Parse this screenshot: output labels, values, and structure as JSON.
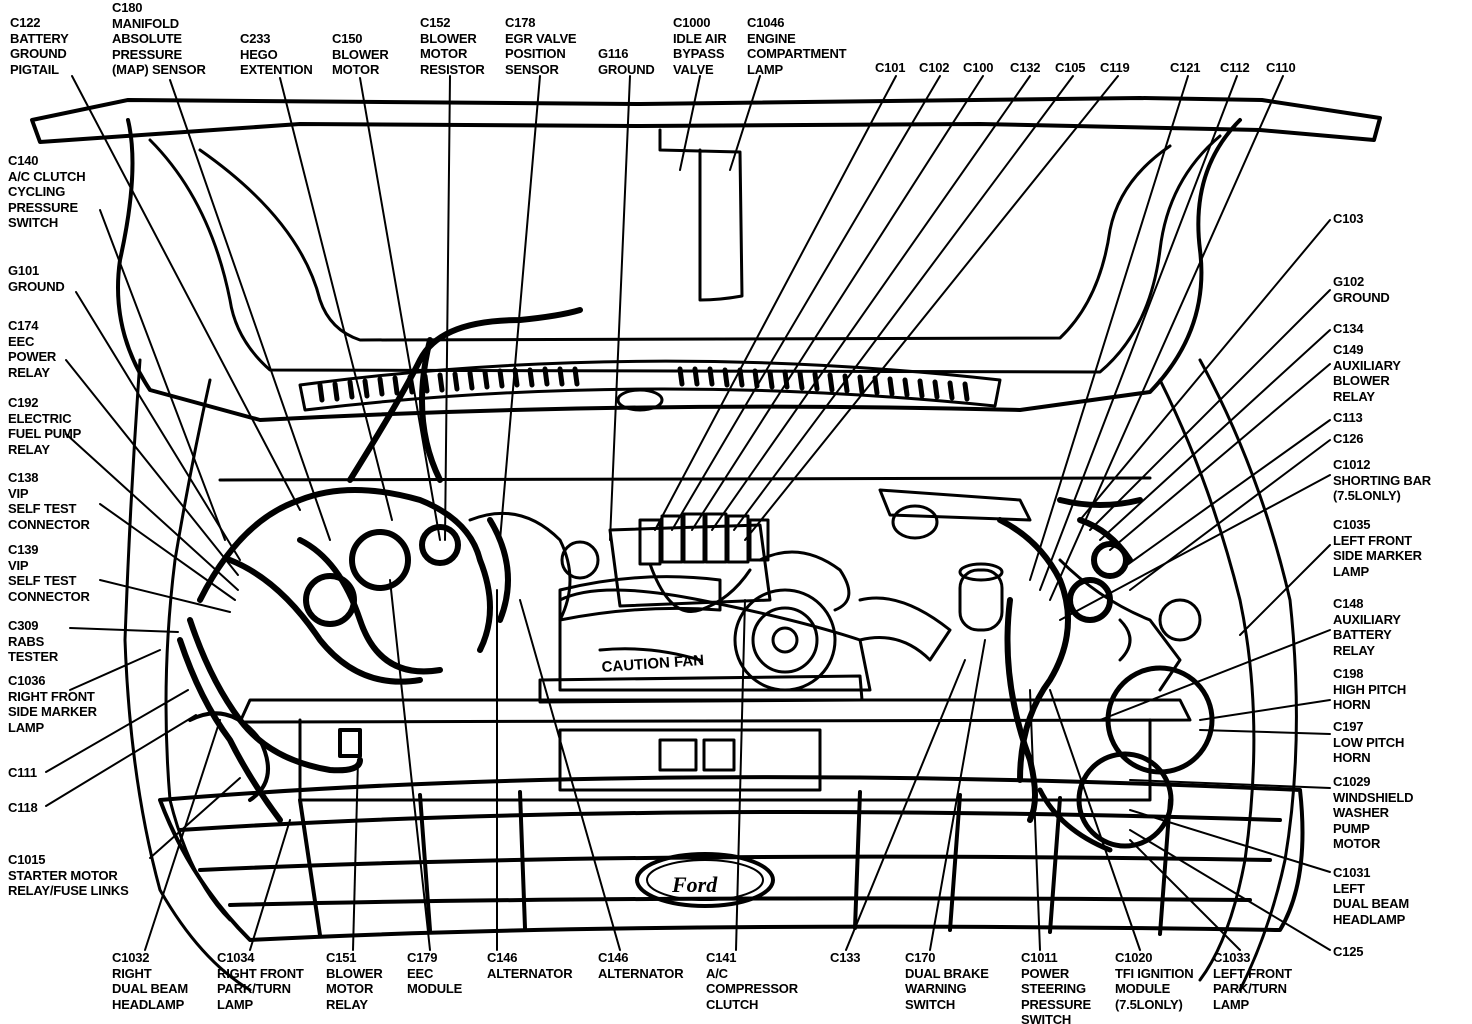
{
  "colors": {
    "ink": "#000000",
    "paper": "#ffffff"
  },
  "diagram": {
    "fan_shroud_text": "CAUTION FAN",
    "grille_emblem_text": "Ford"
  },
  "callouts": {
    "top": {
      "c122": "C122\nBATTERY\nGROUND\nPIGTAIL",
      "c180": "C180\nMANIFOLD\nABSOLUTE\nPRESSURE\n(MAP) SENSOR",
      "c233": "C233\nHEGO\nEXTENTION",
      "c150": "C150\nBLOWER\nMOTOR",
      "c152": "C152\nBLOWER\nMOTOR\nRESISTOR",
      "c178": "C178\nEGR VALVE\nPOSITION\nSENSOR",
      "g116": "G116\nGROUND",
      "c1000": "C1000\nIDLE AIR\nBYPASS\nVALVE",
      "c1046": "C1046\nENGINE\nCOMPARTMENT\nLAMP",
      "c101": "C101",
      "c102": "C102",
      "c100": "C100",
      "c132": "C132",
      "c105": "C105",
      "c119": "C119",
      "c121": "C121",
      "c112": "C112",
      "c110": "C110"
    },
    "left": {
      "c140": "C140\nA/C CLUTCH\nCYCLING\nPRESSURE\nSWITCH",
      "g101": "G101\nGROUND",
      "c174": "C174\nEEC\nPOWER\nRELAY",
      "c192": "C192\nELECTRIC\nFUEL PUMP\nRELAY",
      "c138": "C138\nVIP\nSELF TEST\nCONNECTOR",
      "c139": "C139\nVIP\nSELF TEST\nCONNECTOR",
      "c309": "C309\nRABS\nTESTER",
      "c1036": "C1036\nRIGHT FRONT\nSIDE MARKER\nLAMP",
      "c111": "C111",
      "c118": "C118",
      "c1015": "C1015\nSTARTER MOTOR\nRELAY/FUSE LINKS"
    },
    "right": {
      "c103": "C103",
      "g102": "G102\nGROUND",
      "c134": "C134",
      "c149": "C149\nAUXILIARY\nBLOWER\nRELAY",
      "c113": "C113",
      "c126": "C126",
      "c1012": "C1012\nSHORTING BAR\n(7.5LONLY)",
      "c1035": "C1035\nLEFT FRONT\nSIDE MARKER\nLAMP",
      "c148": "C148\nAUXILIARY\nBATTERY\nRELAY",
      "c198": "C198\nHIGH PITCH\nHORN",
      "c197": "C197\nLOW PITCH\nHORN",
      "c1029": "C1029\nWINDSHIELD\nWASHER\nPUMP\nMOTOR",
      "c1031": "C1031\nLEFT\nDUAL BEAM\nHEADLAMP",
      "c125": "C125"
    },
    "bottom": {
      "c1032": "C1032\nRIGHT\nDUAL BEAM\nHEADLAMP",
      "c1034": "C1034\nRIGHT FRONT\nPARK/TURN\nLAMP",
      "c151": "C151\nBLOWER\nMOTOR\nRELAY",
      "c179": "C179\nEEC\nMODULE",
      "c146a": "C146\nALTERNATOR",
      "c146b": "C146\nALTERNATOR",
      "c141": "C141\nA/C\nCOMPRESSOR\nCLUTCH",
      "c133": "C133",
      "c170": "C170\nDUAL BRAKE\nWARNING\nSWITCH",
      "c1011": "C1011\nPOWER\nSTEERING\nPRESSURE\nSWITCH",
      "c1020": "C1020\nTFI IGNITION\nMODULE\n(7.5LONLY)",
      "c1033": "C1033\nLEFT FRONT\nPARK/TURN\nLAMP"
    }
  }
}
